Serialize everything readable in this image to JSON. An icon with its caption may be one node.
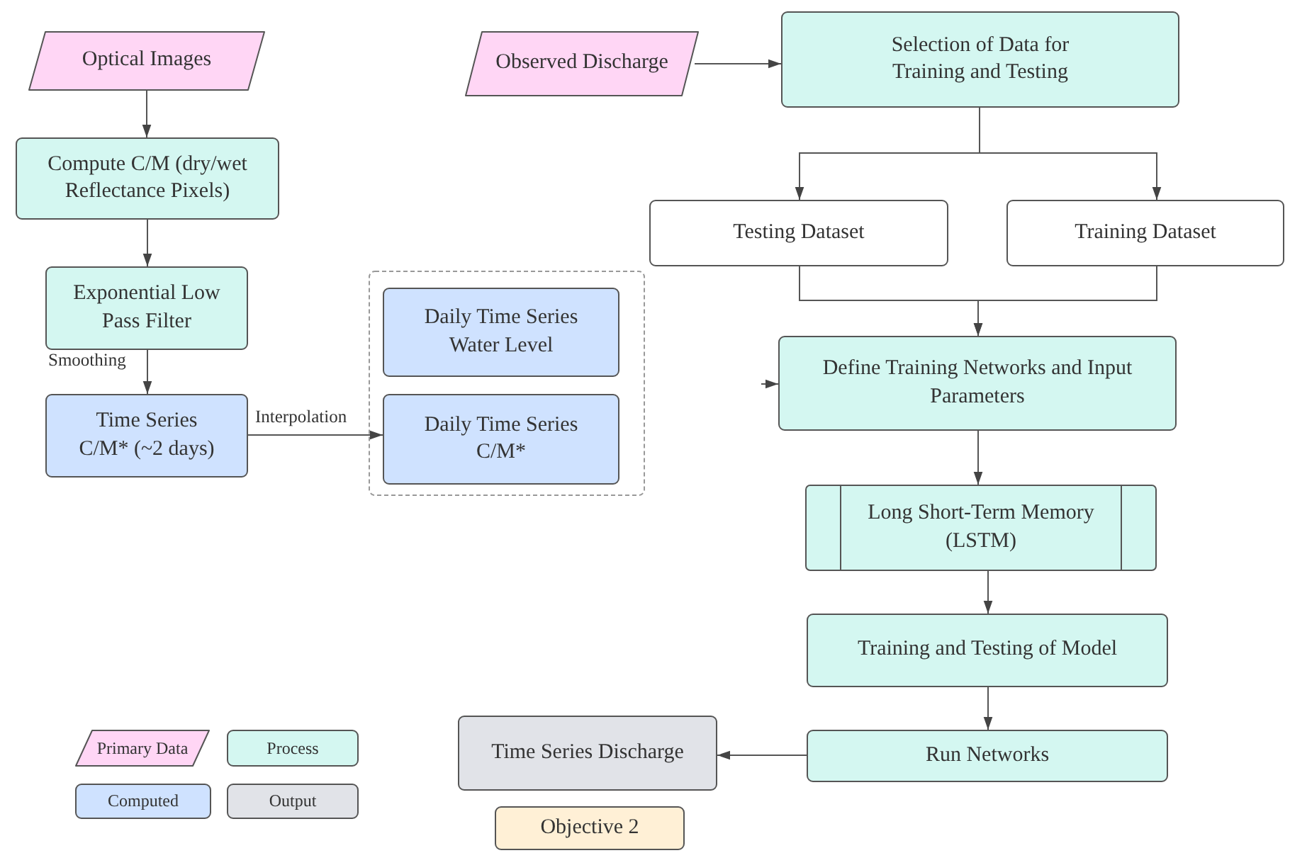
{
  "diagram": {
    "nodes": [
      {
        "text": [
          "Optical Images"
        ]
      },
      {
        "text": [
          "Compute C/M (dry/wet Reflectance Pixels)"
        ]
      },
      {
        "text": [
          "Exponential Low Pass Filter"
        ]
      },
      {
        "text": [
          "Time Series C/M* (~2 days)"
        ]
      },
      {
        "text": [],
        "shape": "box"
      },
      {
        "text": [
          "Daily Time Series Water Level"
        ],
        "in": 4
      },
      {
        "text": [
          "Daily Time Series C/M*"
        ],
        "in": 4
      },
      {
        "text": [
          "Observed Discharge"
        ]
      },
      {
        "text": [
          "Selection of Data for Training and Testing"
        ]
      },
      {
        "text": [
          "Testing Dataset"
        ]
      },
      {
        "text": [
          "Training Dataset"
        ]
      },
      {
        "text": [
          "Define Training Networks and Input Parameters"
        ]
      },
      {
        "text": [
          "Long Short-Term Memory (LSTM)"
        ]
      },
      {
        "text": [
          "Training and Testing of Model"
        ]
      },
      {
        "text": [
          "Run Networks"
        ]
      },
      {
        "text": [
          "Time Series Discharge"
        ]
      },
      {
        "text": [
          "Objective 2"
        ]
      }
    ],
    "edges": [
      {
        "from": 0,
        "to": 1,
        "arrow": "to"
      },
      {
        "from": 1,
        "to": 2,
        "arrow": "to"
      },
      {
        "from": 2,
        "to": 3,
        "arrow": "to",
        "label": "Smoothing"
      },
      {
        "from": 3,
        "to": 6,
        "arrow": "to",
        "label": "Interpolation"
      },
      {
        "from": 7,
        "to": 8,
        "arrow": "to"
      },
      {
        "from": 8,
        "to": 9,
        "arrow": "to"
      },
      {
        "from": 8,
        "to": 10,
        "arrow": "to"
      },
      {
        "from": 9,
        "to": 11,
        "arrow": "to"
      },
      {
        "from": 10,
        "to": 11,
        "arrow": "to"
      },
      {
        "from": null,
        "to": 11,
        "arrow": "to"
      },
      {
        "from": 11,
        "to": 12,
        "arrow": "to"
      },
      {
        "from": 12,
        "to": 13,
        "arrow": "to"
      },
      {
        "from": 13,
        "to": 14,
        "arrow": "to"
      },
      {
        "from": 14,
        "to": 15,
        "arrow": "to"
      }
    ],
    "legend": [
      {
        "text": "Primary Data",
        "color": "#ffd6f5"
      },
      {
        "text": "Process",
        "color": "#d4f7f1"
      },
      {
        "text": "Computed",
        "color": "#cfe2ff"
      },
      {
        "text": "Output",
        "color": "#e1e3e8"
      }
    ]
  }
}
